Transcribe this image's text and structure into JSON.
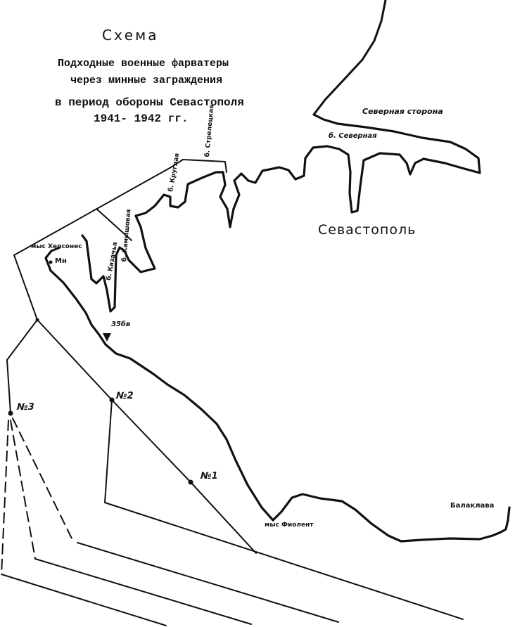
{
  "title": {
    "heading": "Схема",
    "line1": "Подходные военные фарватеры",
    "line2": "через минные заграждения",
    "line3": "в период обороны Севастополя",
    "line4": "1941- 1942 гг."
  },
  "labels": {
    "severnaya_storona": "Северная сторона",
    "b_severnaya": "б. Северная",
    "sevastopol": "Севастополь",
    "b_streletskaya": "б. Стрелецкая",
    "b_kruglaya": "б. Круглая",
    "b_kamyshovaya": "б. Камышовая",
    "b_kazachya": "б. Казачья",
    "mys_khersones": "мыс Херсонес",
    "mn": "Мн",
    "battery_35": "35бв",
    "fairway_1": "№1",
    "fairway_2": "№2",
    "fairway_3": "№3",
    "mys_fiolent": "мыс Фиолент",
    "balaklava": "Балаклава"
  },
  "colors": {
    "ink": "#111111",
    "paper": "#ffffff"
  }
}
